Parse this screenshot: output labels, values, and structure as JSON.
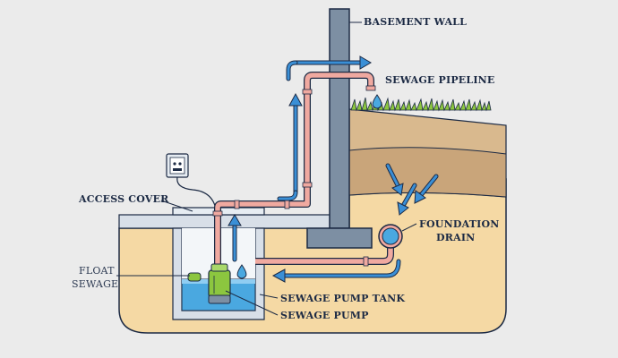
{
  "labels": {
    "basement_wall": "BASEMENT WALL",
    "sewage_pipeline": "SEWAGE PIPELINE",
    "access_cover": "ACCESS COVER",
    "foundation_drain_line1": "FOUNDATION",
    "foundation_drain_line2": "DRAIN",
    "float_line1": "FLOAT",
    "float_line2": "SEWAGE",
    "sewage_pump_tank": "SEWAGE PUMP TANK",
    "sewage_pump": "SEWAGE PUMP"
  },
  "colors": {
    "background": "#ebebeb",
    "soil": "#f5d9a4",
    "topsoil": "#d9b98e",
    "grass": "#8cc63f",
    "wall": "#7d8fa3",
    "concrete": "#d8dfe8",
    "water": "#4aa8e0",
    "arrow": "#3a8fd6",
    "pipe": "#f0a9a0",
    "pump": "#8cc63f",
    "outline": "#1c2a44"
  }
}
